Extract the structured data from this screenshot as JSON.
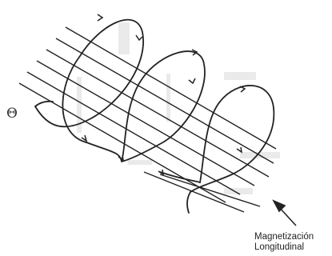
{
  "diagram": {
    "symbol_left": "Θ",
    "caption_lines": [
      "Magnetización",
      "Longitudinal"
    ],
    "colors": {
      "line": "#222222",
      "background": "#ffffff",
      "smudge": "#d6d6d6"
    }
  }
}
